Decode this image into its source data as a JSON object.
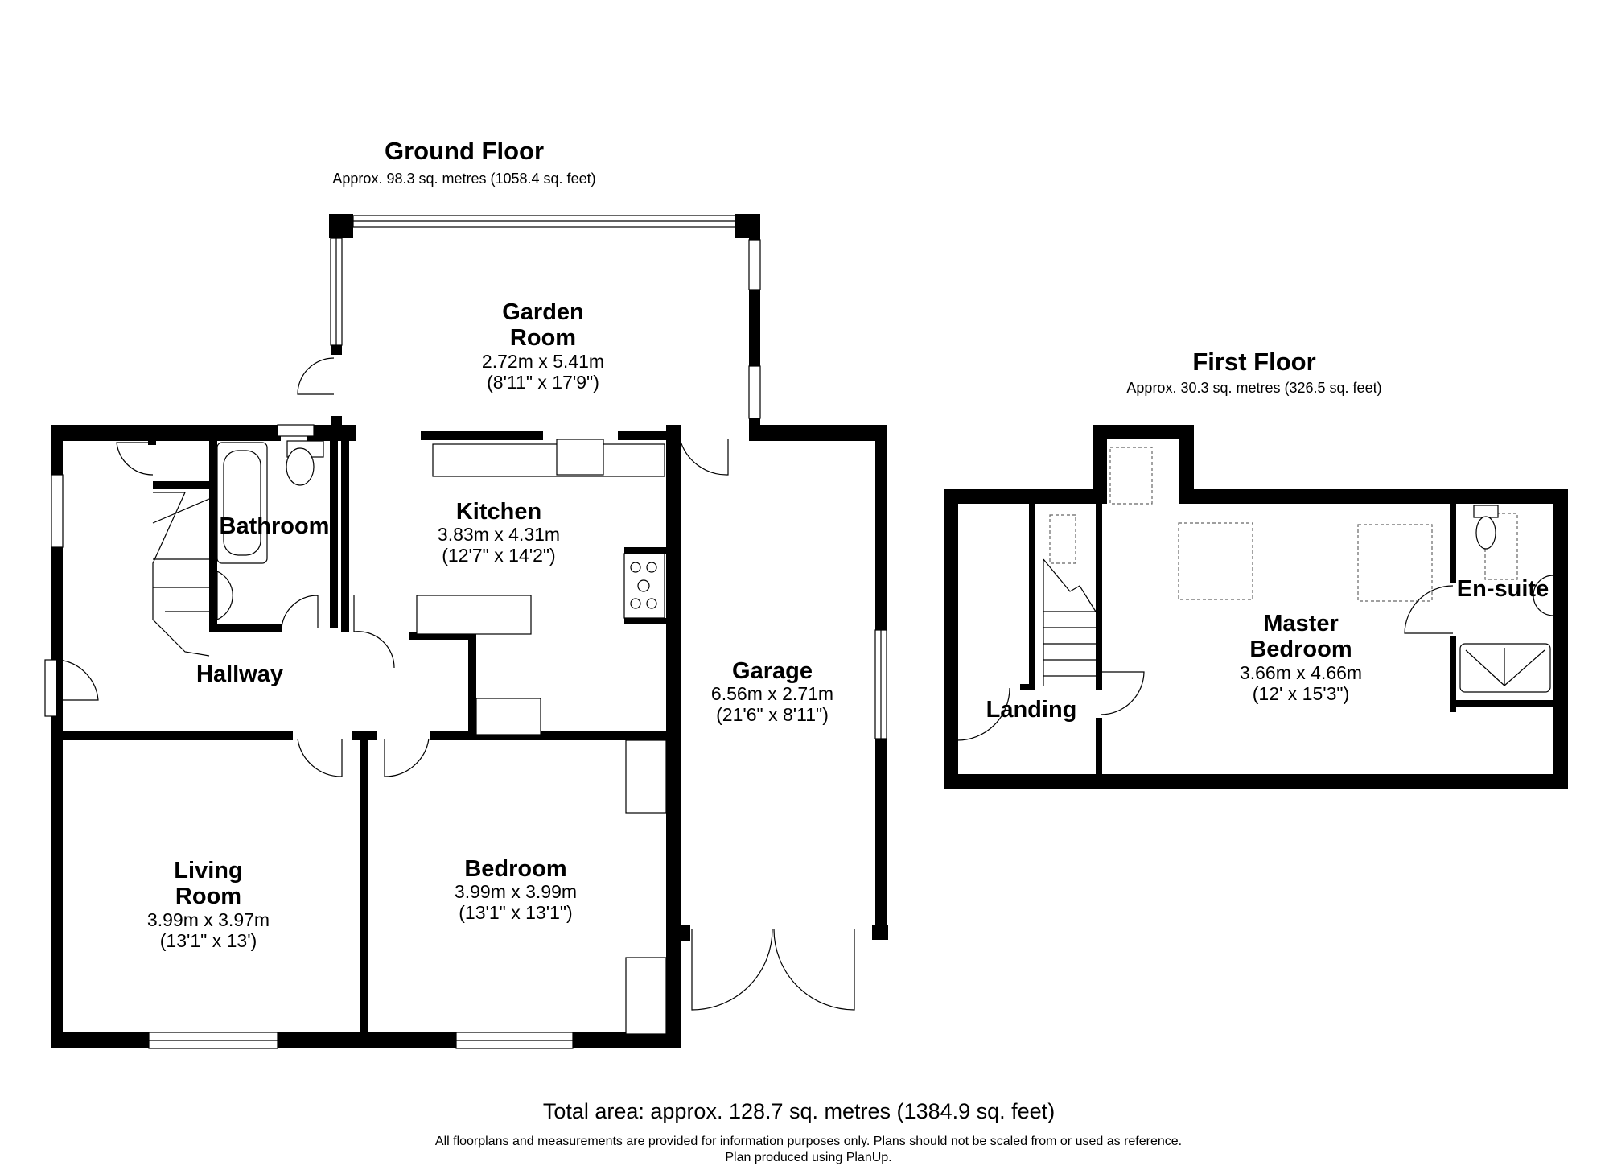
{
  "ground_floor": {
    "title": "Ground Floor",
    "area": "Approx. 98.3 sq. metres (1058.4 sq. feet)",
    "rooms": [
      {
        "name_line1": "Garden",
        "name_line2": "Room",
        "metric": "2.72m x 5.41m",
        "imperial": "(8'11\" x 17'9\")"
      },
      {
        "name_line1": "Kitchen",
        "metric": "3.83m x 4.31m",
        "imperial": "(12'7\" x 14'2\")"
      },
      {
        "name_line1": "Bathroom"
      },
      {
        "name_line1": "Hallway"
      },
      {
        "name_line1": "Garage",
        "metric": "6.56m x 2.71m",
        "imperial": "(21'6\" x 8'11\")"
      },
      {
        "name_line1": "Living",
        "name_line2": "Room",
        "metric": "3.99m x 3.97m",
        "imperial": "(13'1\" x 13')"
      },
      {
        "name_line1": "Bedroom",
        "metric": "3.99m x 3.99m",
        "imperial": "(13'1\" x 13'1\")"
      }
    ]
  },
  "first_floor": {
    "title": "First Floor",
    "area": "Approx. 30.3 sq. metres (326.5 sq. feet)",
    "rooms": [
      {
        "name_line1": "Master",
        "name_line2": "Bedroom",
        "metric": "3.66m x 4.66m",
        "imperial": "(12' x 15'3\")"
      },
      {
        "name_line1": "En-suite"
      },
      {
        "name_line1": "Landing"
      }
    ]
  },
  "footer": {
    "total_area": "Total area: approx. 128.7 sq. metres (1384.9 sq. feet)",
    "disclaimer": "All floorplans and measurements are provided for information purposes only. Plans should not be scaled from or used as reference.",
    "produced_by": "Plan produced using PlanUp."
  },
  "colors": {
    "walls": "#000000",
    "background": "#ffffff"
  }
}
